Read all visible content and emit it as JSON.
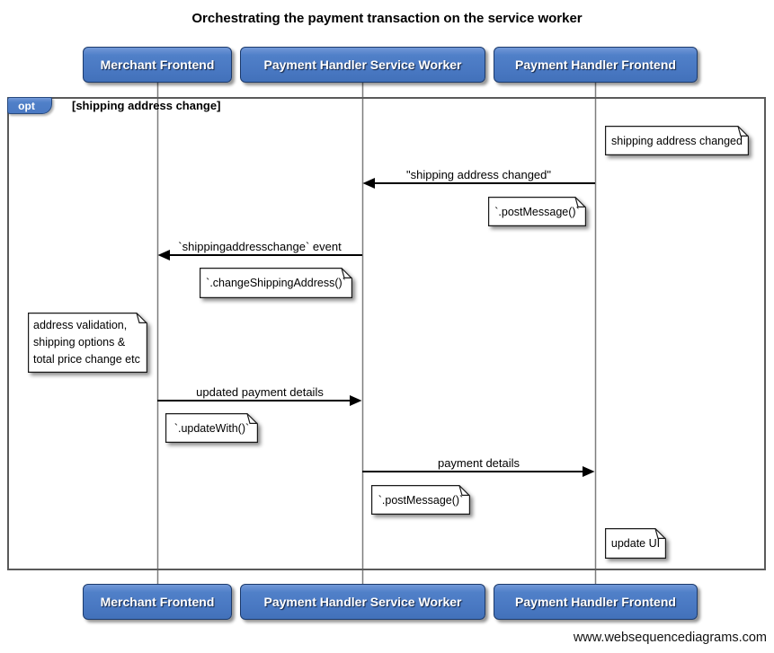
{
  "title": "Orchestrating the payment transaction on the service worker",
  "watermark": "www.websequencediagrams.com",
  "fragment": {
    "operator": "opt",
    "guard": "[shipping address change]"
  },
  "actors": [
    {
      "label": "Merchant Frontend"
    },
    {
      "label": "Payment Handler Service Worker"
    },
    {
      "label": "Payment Handler Frontend"
    }
  ],
  "messages": [
    {
      "label": "\"shipping address changed\"",
      "from": "Payment Handler Frontend",
      "to": "Payment Handler Service Worker"
    },
    {
      "label": "`shippingaddresschange` event",
      "from": "Payment Handler Service Worker",
      "to": "Merchant Frontend"
    },
    {
      "label": "updated payment details",
      "from": "Merchant Frontend",
      "to": "Payment Handler Service Worker"
    },
    {
      "label": "payment details",
      "from": "Payment Handler Service Worker",
      "to": "Payment Handler Frontend"
    }
  ],
  "notes": [
    {
      "text": "shipping address changed"
    },
    {
      "text": "`.postMessage()`"
    },
    {
      "text": "`.changeShippingAddress()`"
    },
    {
      "text": "address validation,\nshipping options &\ntotal price change etc"
    },
    {
      "text": "`.updateWith()`"
    },
    {
      "text": "`.postMessage()`"
    },
    {
      "text": "update UI"
    }
  ],
  "colors": {
    "actor_fill": "#4a79c3",
    "actor_border": "#1c3a6b",
    "lifeline": "#7d7d7d",
    "frame_border": "#5a5a5a",
    "note_fill": "#ffffff",
    "arrow": "#000000"
  }
}
